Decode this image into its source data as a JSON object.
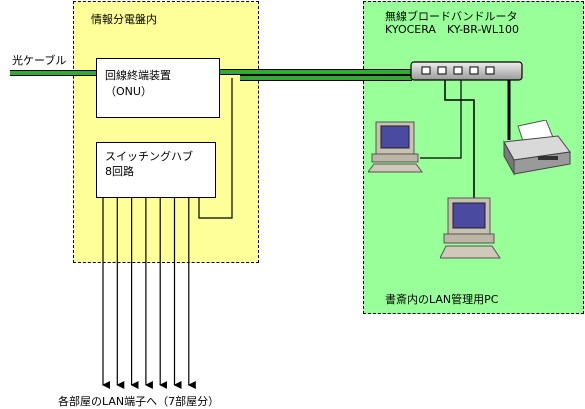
{
  "distribution_panel": {
    "title": "情報分電盤内",
    "fill": "#ffff99"
  },
  "study": {
    "title": "書斎内のLAN管理用PC",
    "fill": "#99ff99"
  },
  "fiber": {
    "label": "光ケーブル",
    "color": "#33aa33"
  },
  "onu": {
    "line1": "回線終端装置",
    "line2": "（ONU）"
  },
  "hub": {
    "line1": "スイッチングハブ",
    "line2": "8回路",
    "downlink_count": 7
  },
  "router": {
    "line1": "無線ブロードバンドルータ",
    "line2": "KYOCERA　KY-BR-WL100",
    "port_count": 5
  },
  "devices": [
    {
      "name": "pc-icon",
      "kind": "pc"
    },
    {
      "name": "pc-icon",
      "kind": "pc"
    },
    {
      "name": "printer-icon",
      "kind": "printer"
    }
  ],
  "footer": {
    "label": "各部屋のLAN端子へ（7部屋分）"
  }
}
